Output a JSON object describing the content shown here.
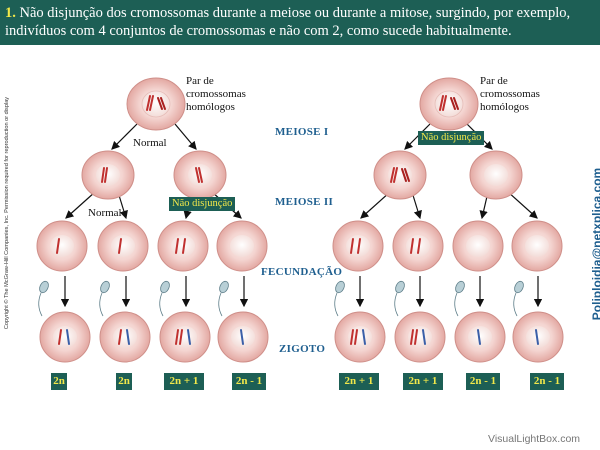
{
  "header": {
    "number": "1.",
    "text": "Não disjunção dos cromossomas durante a meiose ou durante a mitose, surgindo, por exemplo, indivíduos com 4 conjuntos de cromossomas e não com 2, como sucede habitualmente."
  },
  "stages": {
    "meiose1": "MEIOSE I",
    "meiose2": "MEIOSE II",
    "fecundacao": "FECUNDAÇÃO",
    "zigoto": "ZIGOTO"
  },
  "labels": {
    "par_left": "Par de cromossomas homólogos",
    "par_right": "Par de cromossomas homólogos",
    "normal_1": "Normal",
    "normal_2": "Normal",
    "nao_disjuncao_1": "Não disjunção",
    "nao_disjuncao_2": "Não disjunção"
  },
  "results": [
    "2n",
    "2n",
    "2n + 1",
    "2n - 1",
    "2n + 1",
    "2n + 1",
    "2n - 1",
    "2n - 1"
  ],
  "side": {
    "copyright": "Copyright © The McGraw-Hill Companies, Inc. Permission required for reproduction or display",
    "website": "Poliploidia@netxplica.com"
  },
  "footer": "VisualLightBox.com",
  "colors": {
    "header_bg": "#1d5f55",
    "highlight_text": "#f2e84a",
    "stage_text": "#1f5f8f",
    "cell_fill": "#f3d2cf",
    "chromosome_red": "#c0302f",
    "chromosome_blue": "#3a5fa8"
  }
}
